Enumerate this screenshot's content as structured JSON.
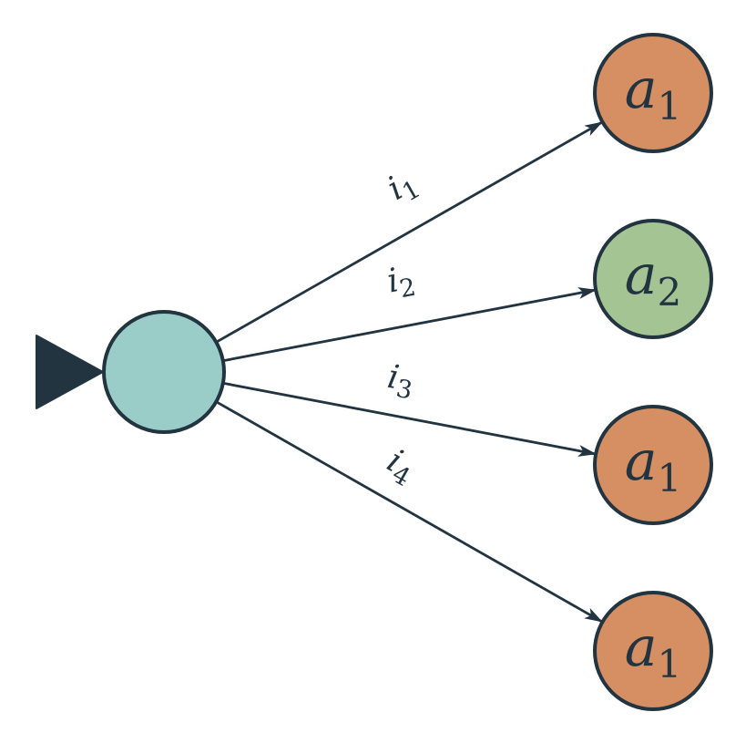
{
  "diagram": {
    "type": "state-transition-diagram",
    "background": "#ffffff",
    "colors": {
      "ink": "#213440",
      "start_node_fill": "#9acdc8",
      "action_orange_fill": "#d68e63",
      "action_green_fill": "#a5c493"
    },
    "start_node": {
      "label": "",
      "fill": "#9acdc8"
    },
    "edges": [
      {
        "label_base": "i",
        "label_sub": "1"
      },
      {
        "label_base": "i",
        "label_sub": "2"
      },
      {
        "label_base": "i",
        "label_sub": "3"
      },
      {
        "label_base": "i",
        "label_sub": "4"
      }
    ],
    "nodes": [
      {
        "label_base": "a",
        "label_sub": "1",
        "fill": "#d68e63"
      },
      {
        "label_base": "a",
        "label_sub": "2",
        "fill": "#a5c493"
      },
      {
        "label_base": "a",
        "label_sub": "1",
        "fill": "#d68e63"
      },
      {
        "label_base": "a",
        "label_sub": "1",
        "fill": "#d68e63"
      }
    ]
  }
}
